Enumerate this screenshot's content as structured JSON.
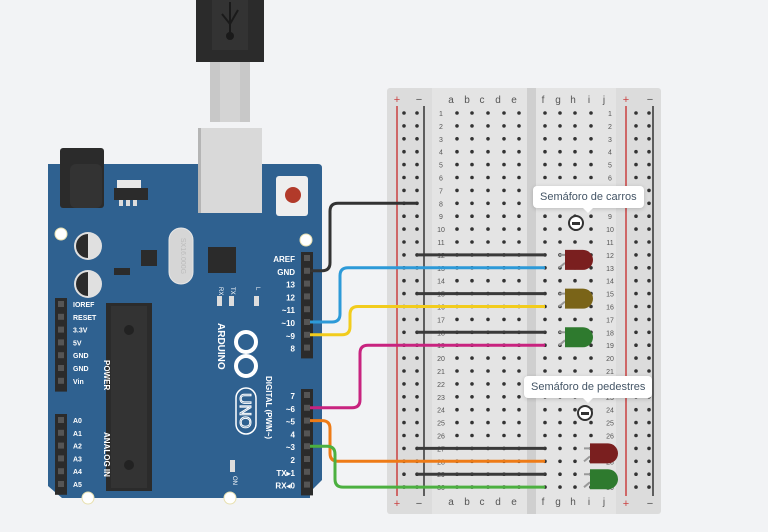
{
  "arduino": {
    "brand": "ARDUINO",
    "model": "UNO",
    "crystal": "SX16.000G",
    "on_label": "ON",
    "led_labels": [
      "RX",
      "TX",
      "L"
    ],
    "power_header": {
      "title": "POWER",
      "pins": [
        "IOREF",
        "RESET",
        "3.3V",
        "5V",
        "GND",
        "GND",
        "Vin"
      ]
    },
    "analog_header": {
      "title": "ANALOG IN",
      "pins": [
        "A0",
        "A1",
        "A2",
        "A3",
        "A4",
        "A5"
      ]
    },
    "digital_header": {
      "title": "DIGITAL (PWM~)",
      "top_pins": [
        "AREF",
        "GND",
        "13",
        "12",
        "~11",
        "~10",
        "~9",
        "8"
      ],
      "bottom_pins": [
        "7",
        "~6",
        "~5",
        "4",
        "~3",
        "2",
        "TX▸1",
        "RX◂0"
      ]
    },
    "colors": {
      "board": "#2f6190",
      "header": "#2b2b2b",
      "reset": "#b23a2a"
    }
  },
  "breadboard": {
    "rail_plus": "+",
    "rail_minus": "−",
    "columns_left": [
      "a",
      "b",
      "c",
      "d",
      "e"
    ],
    "columns_right": [
      "f",
      "g",
      "h",
      "i",
      "j"
    ],
    "rows": 30
  },
  "leds": [
    {
      "name": "car-red",
      "color": "#7a1f1f",
      "row": 12
    },
    {
      "name": "car-yellow",
      "color": "#7a6418",
      "row": 15
    },
    {
      "name": "car-green",
      "color": "#2e7a2e",
      "row": 18
    },
    {
      "name": "ped-red",
      "color": "#7a1f1f",
      "row": 27
    },
    {
      "name": "ped-green",
      "color": "#2e7a2e",
      "row": 29
    }
  ],
  "wires": [
    {
      "from": "GND",
      "to": "rail-minus",
      "color": "#333333"
    },
    {
      "from": "~10",
      "to": "f13",
      "color": "#2d9ad8"
    },
    {
      "from": "~9",
      "to": "f16",
      "color": "#f2cc1d"
    },
    {
      "from": "~6",
      "to": "f19",
      "color": "#c8237f"
    },
    {
      "from": "~5",
      "to": "f28",
      "color": "#ee7b16"
    },
    {
      "from": "~3",
      "to": "f30",
      "color": "#4cb040"
    }
  ],
  "annotations": [
    {
      "text": "Semáforo de carros"
    },
    {
      "text": "Semáforo de pedestres"
    }
  ]
}
